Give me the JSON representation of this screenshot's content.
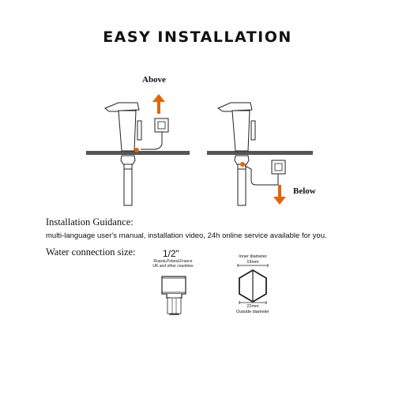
{
  "title": "EASY INSTALLATION",
  "labels": {
    "above": "Above",
    "below": "Below"
  },
  "guidance": {
    "heading": "Installation Guidance:",
    "text": "multi-language user's manual, installation video, 24h online service available for you."
  },
  "water": {
    "heading": "Water connection size:",
    "size": "1/2\"",
    "countries": [
      "Russia,Poland,France",
      "UK and other countries"
    ],
    "inner_label": "Inner diameter",
    "inner_value": "19mm",
    "outer_value": "22mm",
    "outer_label": "Outside diameter"
  },
  "colors": {
    "accent": "#e2640f",
    "counter": "#555555",
    "line": "#222222"
  }
}
